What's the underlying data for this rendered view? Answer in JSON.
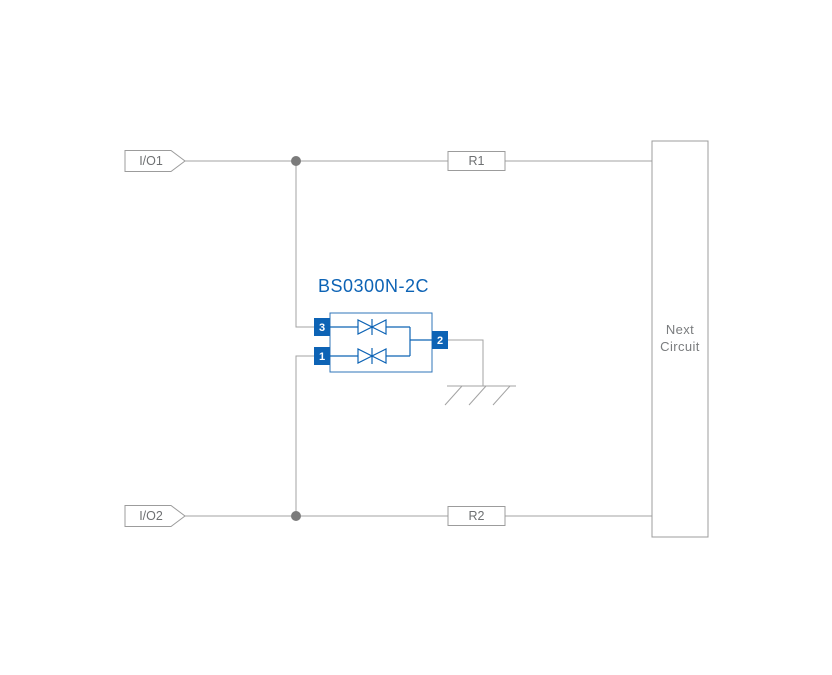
{
  "diagram": {
    "component_title": "BS0300N-2C",
    "io": {
      "top": "I/O1",
      "bottom": "I/O2"
    },
    "resistors": {
      "top": "R1",
      "bottom": "R2"
    },
    "pins": {
      "p1": "1",
      "p2": "2",
      "p3": "3"
    },
    "next_circuit": {
      "line1": "Next",
      "line2": "Circuit"
    },
    "colors": {
      "wire": "#a3a3a3",
      "box_outline": "#9c9c9c",
      "label_text": "#6e7072",
      "junction_dot": "#7b7b7b",
      "accent_blue": "#0d63b5"
    }
  }
}
